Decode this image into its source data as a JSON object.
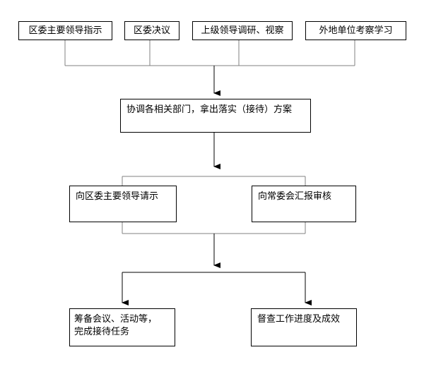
{
  "sources": [
    "区委主要领导指示",
    "区委决议",
    "上级领导调研、视察",
    "外地单位考察学习"
  ],
  "coordinate": "协调各相关部门，拿出落实（接待）方案",
  "approvals": {
    "district_leader": "向区委主要领导请示",
    "standing_committee": "向常委会汇报审核"
  },
  "outcomes": {
    "prepare_line1": "筹备会议、活动等，",
    "prepare_line2": "完成接待任务",
    "supervise": "督查工作进度及成效"
  },
  "colors": {
    "line": "#000000",
    "box_border": "#000000",
    "connector": "#808080"
  }
}
